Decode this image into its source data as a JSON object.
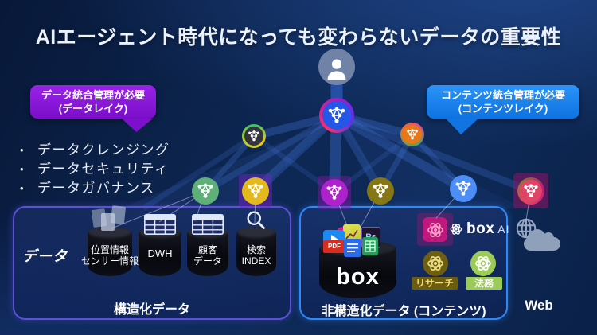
{
  "title": "AIエージェント時代になっても変わらないデータの重要性",
  "bullet_char": "•",
  "bullets": [
    "データクレンジング",
    "データセキュリティ",
    "データガバナンス"
  ],
  "callout_left": {
    "line1": "データ統合管理が必要",
    "line2": "(データレイク)"
  },
  "callout_right": {
    "line1": "コンテンツ統合管理が必要",
    "line2": "(コンテンツレイク)"
  },
  "data_label": "データ",
  "structured_panel": {
    "caption": "構造化データ",
    "cylinders": [
      {
        "line1": "位置情報",
        "line2": "センサー情報"
      },
      {
        "line1": "DWH",
        "line2": ""
      },
      {
        "line1": "顧客",
        "line2": "データ"
      },
      {
        "line1": "検索",
        "line2": "INDEX"
      }
    ]
  },
  "unstructured_panel": {
    "caption": "非構造化データ (コンテンツ)",
    "box_logo": "box",
    "box_ai": {
      "brand": "box",
      "suffix": "AI"
    },
    "pdf_label": "PDF",
    "ps_label": "Ps",
    "badges": [
      {
        "label": "リサーチ"
      },
      {
        "label": "法務"
      }
    ]
  },
  "web_label": "Web",
  "colors": {
    "background": "#0D2753",
    "accent_purple": "#8A16DB",
    "accent_blue": "#1E88F5",
    "panel_border_structured": "#5B50D8",
    "panel_border_unstructured": "#2F87F8",
    "hub_node": "#2456E8",
    "node_green": "#5FAF78",
    "node_yellow": "#E3B91E",
    "node_purple": "#B021CE",
    "node_olive": "#857716",
    "node_blue": "#4C8DF6",
    "node_pink": "#E04568",
    "badge_research_bg": "#6B5C10",
    "badge_legal_bg": "#9CCB5A"
  }
}
